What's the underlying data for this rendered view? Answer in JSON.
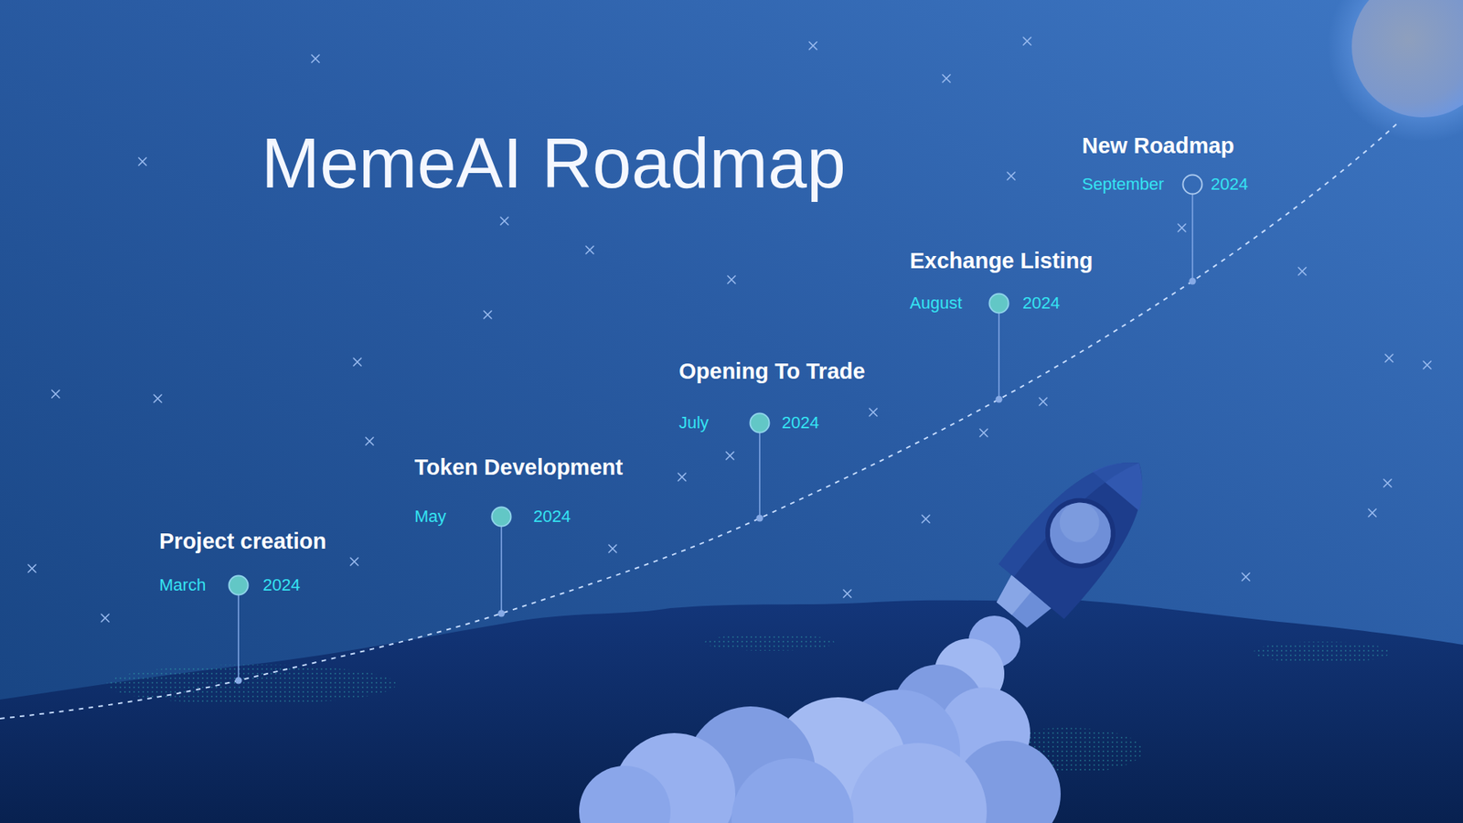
{
  "diagram": {
    "title": "MemeAI Roadmap",
    "nodes": [
      {
        "text": [
          "Project creation",
          "March",
          "2024"
        ]
      },
      {
        "text": [
          "Token Development",
          "May",
          "2024"
        ]
      },
      {
        "text": [
          "Opening To Trade",
          "July",
          "2024"
        ]
      },
      {
        "text": [
          "Exchange Listing",
          "August",
          "2024"
        ]
      },
      {
        "text": [
          "New Roadmap",
          "September",
          "2024"
        ]
      }
    ]
  }
}
